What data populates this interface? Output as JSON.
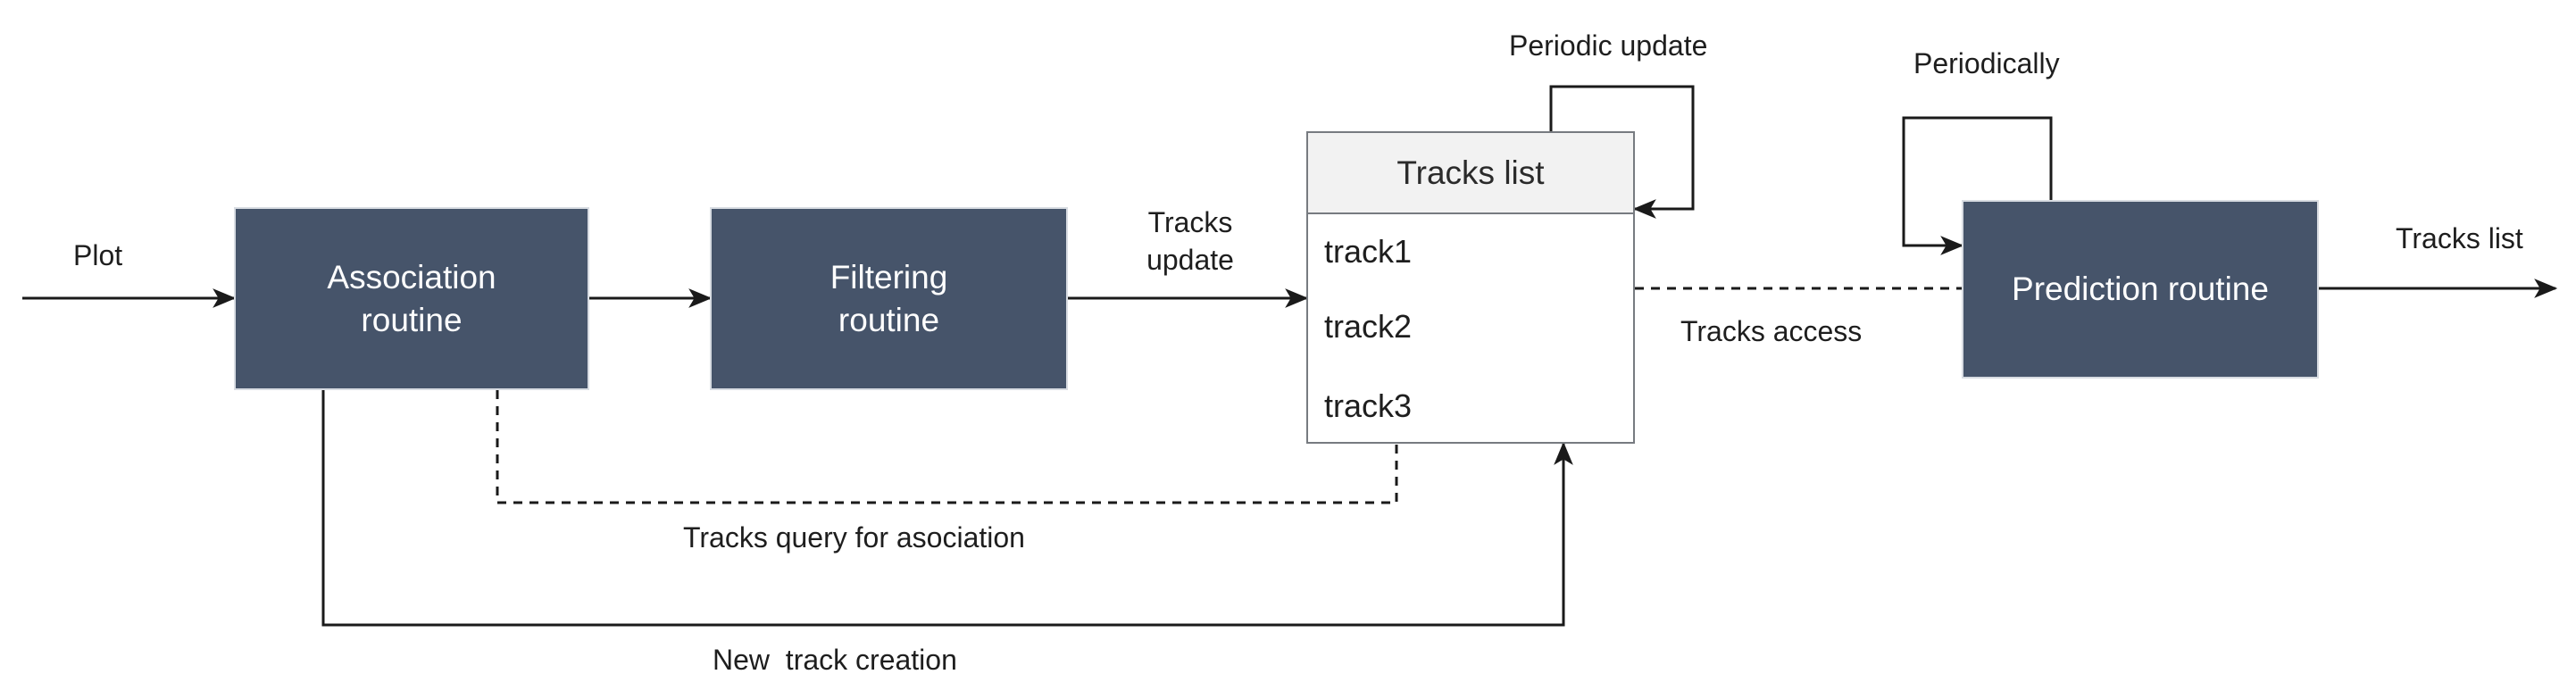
{
  "diagram": {
    "nodes": {
      "association": "Association routine",
      "filtering": "Filtering routine",
      "prediction": "Prediction routine",
      "tracks_list": {
        "title": "Tracks list",
        "items": [
          "track1",
          "track2",
          "track3"
        ]
      }
    },
    "labels": {
      "plot": "Plot",
      "tracks_update": "Tracks update",
      "periodic_update": "Periodic update",
      "periodically": "Periodically",
      "tracks_list_out": "Tracks list",
      "tracks_access": "Tracks access",
      "tracks_query": "Tracks query for asociation",
      "new_track": "New  track creation"
    },
    "colors": {
      "node_fill": "#46546a",
      "node_text": "#ffffff",
      "list_header": "#f2f2f2",
      "line": "#1a1a1a"
    }
  }
}
